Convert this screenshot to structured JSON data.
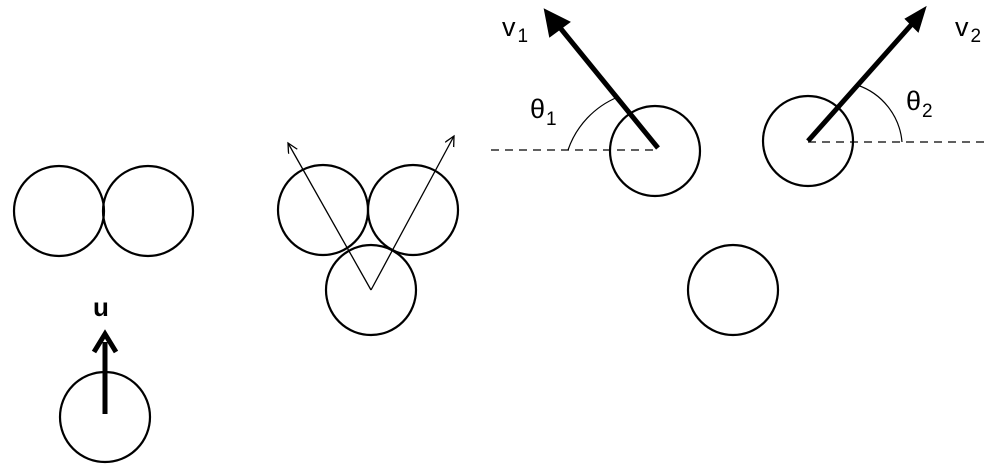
{
  "labels": {
    "u": "u",
    "v1": {
      "base": "v",
      "sub": "1"
    },
    "v2": {
      "base": "v",
      "sub": "2"
    },
    "theta1": {
      "base": "θ",
      "sub": "1"
    },
    "theta2": {
      "base": "θ",
      "sub": "2"
    }
  }
}
